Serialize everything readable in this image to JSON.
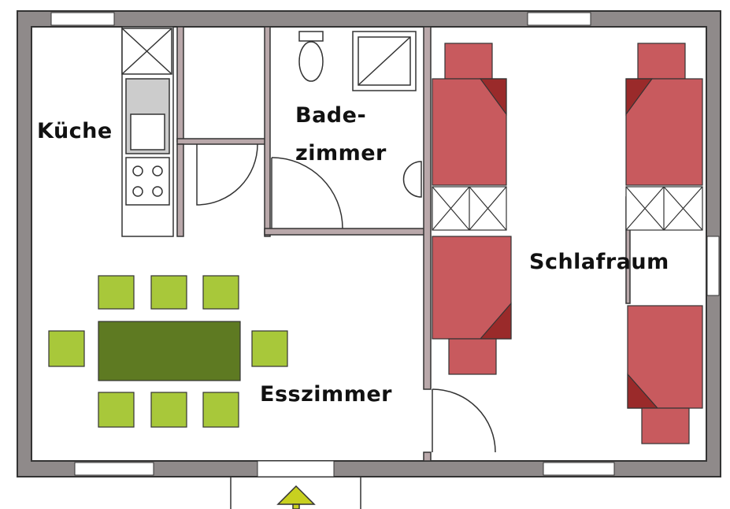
{
  "rooms": {
    "kitchen": "Küche",
    "bathroom_line1": "Bade-",
    "bathroom_line2": "zimmer",
    "bedroom": "Schlafraum",
    "dining": "Esszimmer"
  },
  "colors": {
    "wall": "#8f8a8a",
    "bed": "#c85a5e",
    "bed_fold": "#9a2a2a",
    "chair": "#a8c83a",
    "table": "#5e7a22",
    "entrance_arrow": "#c8d020"
  }
}
